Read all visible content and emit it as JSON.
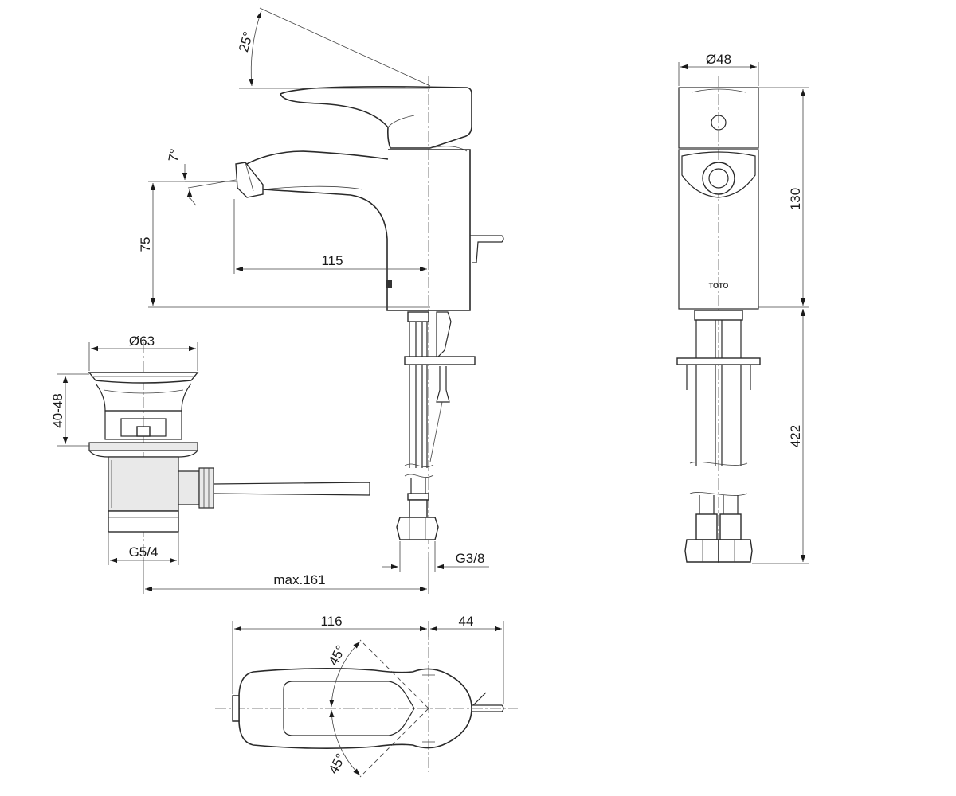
{
  "dimensions": {
    "lever_angle": "25°",
    "spout_angle": "7°",
    "spout_height": "75",
    "spout_reach": "115",
    "drain_diameter": "Ø63",
    "drain_range": "40-48",
    "drain_thread": "G5/4",
    "connection_thread": "G3/8",
    "max_length": "max.161",
    "body_diameter": "Ø48",
    "body_height": "130",
    "hose_length": "422",
    "top_length": "116",
    "top_offset": "44",
    "rotation_upper": "45°",
    "rotation_lower": "45°"
  },
  "brand_mark": "TOTO"
}
